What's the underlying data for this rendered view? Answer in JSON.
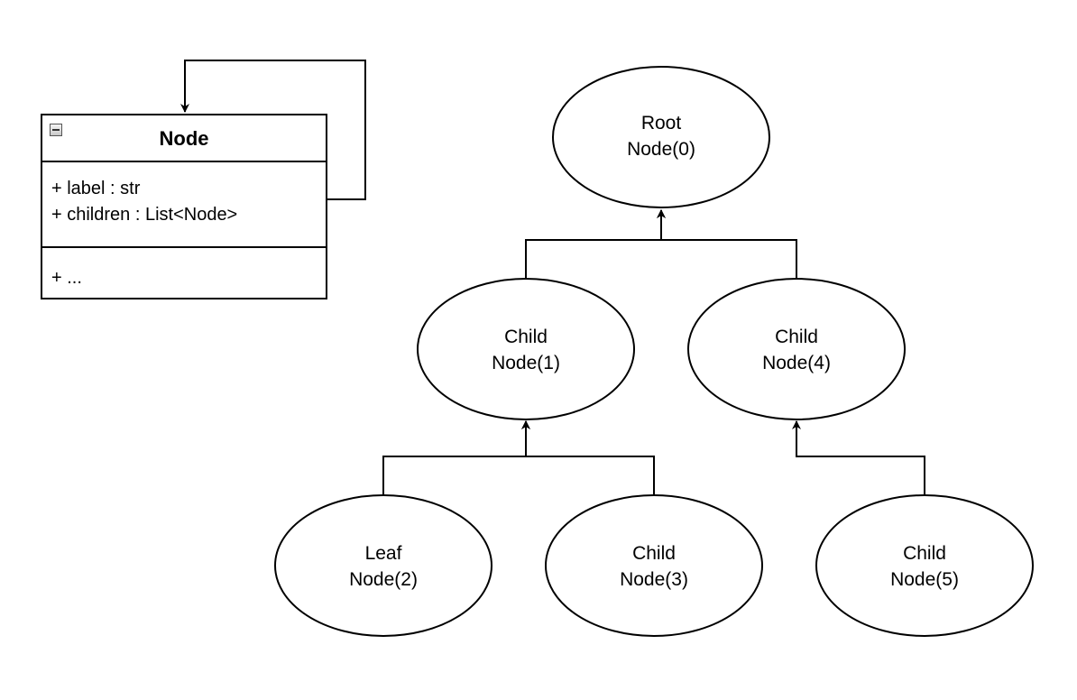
{
  "class_box": {
    "name": "Node",
    "attributes": [
      "+ label : str",
      "+ children : List<Node>"
    ],
    "methods": "+ ..."
  },
  "nodes": [
    {
      "id": "n0",
      "line1": "Root",
      "line2": "Node(0)"
    },
    {
      "id": "n1",
      "line1": "Child",
      "line2": "Node(1)"
    },
    {
      "id": "n4",
      "line1": "Child",
      "line2": "Node(4)"
    },
    {
      "id": "n2",
      "line1": "Leaf",
      "line2": "Node(2)"
    },
    {
      "id": "n3",
      "line1": "Child",
      "line2": "Node(3)"
    },
    {
      "id": "n5",
      "line1": "Child",
      "line2": "Node(5)"
    }
  ]
}
